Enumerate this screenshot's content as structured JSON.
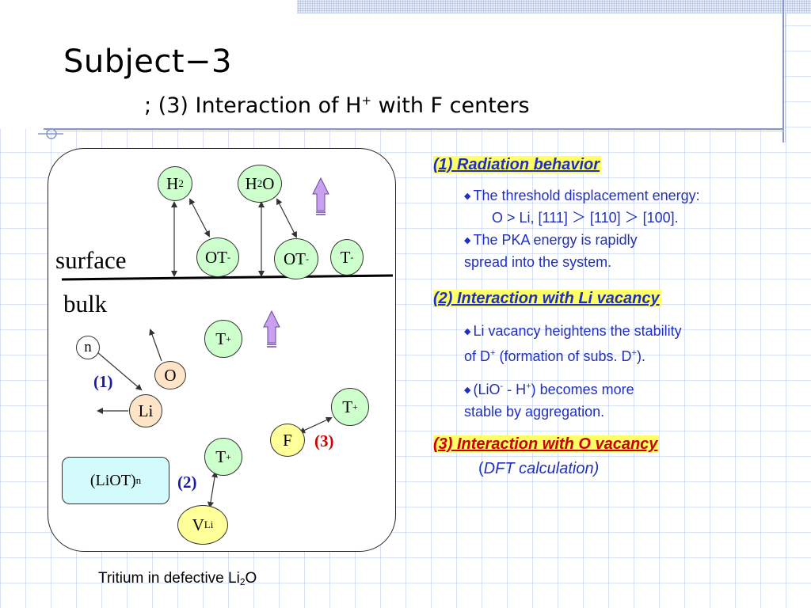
{
  "title": {
    "main": "Subject−3",
    "sub_prefix": "; (3) Interaction of H",
    "sub_sup": "+",
    "sub_suffix": " with F centers"
  },
  "diagram": {
    "surface_label": "surface",
    "bulk_label": "bulk",
    "h2": {
      "base": "H",
      "sub": "2"
    },
    "h2o": {
      "pre": "H",
      "sub": "2",
      "post": "O"
    },
    "ot1": {
      "base": "OT",
      "sup": "-"
    },
    "ot2": {
      "base": "OT",
      "sup": "-"
    },
    "t_minus": {
      "base": "T",
      "sup": "-"
    },
    "t_plus_1": {
      "base": "T",
      "sup": "+"
    },
    "t_plus_2": {
      "base": "T",
      "sup": "+"
    },
    "t_plus_3": {
      "base": "T",
      "sup": "+"
    },
    "n": "n",
    "o": "O",
    "li": "Li",
    "f": "F",
    "v_li": {
      "base": "V",
      "sub": "Li"
    },
    "liot": {
      "base": "(LiOT)",
      "sub": "n"
    },
    "step1": "(1)",
    "step2": "(2)",
    "step3": "(3)",
    "caption_pre": "Tritium in defective Li",
    "caption_sub": "2",
    "caption_post": "O"
  },
  "sections": {
    "s1": {
      "heading": "(1) Radiation behavior",
      "b1_line1": "The threshold displacement energy:",
      "b1_line2": "O > Li,    [111]  ＞  [110]   ＞  [100].",
      "b2_line1": "The PKA energy is rapidly",
      "b2_line2": "spread into the system."
    },
    "s2": {
      "heading": "(2) Interaction with Li vacancy",
      "b1_line1": "Li vacancy heightens the stability",
      "b1_line2_pre": "of D",
      "b1_line2_sup1": "+",
      "b1_line2_mid": " (formation of subs. D",
      "b1_line2_sup2": "+",
      "b1_line2_post": ").",
      "b2_line1_pre": "(LiO",
      "b2_line1_sup1": "-",
      "b2_line1_mid": " - H",
      "b2_line1_sup2": "+",
      "b2_line1_post": ") becomes more",
      "b2_line2": "stable by aggregation."
    },
    "s3": {
      "heading": "(3) Interaction with O vacancy",
      "note_paren_open": "(",
      "note": "DFT calculation)"
    }
  },
  "colors": {
    "heading_blue": "#1f2fbf",
    "heading_red": "#cc0000",
    "highlight": "#ffff66",
    "step_blue": "#1a1aa8",
    "step_red": "#cc0000",
    "arrow_purple": "#c9a0f0"
  }
}
